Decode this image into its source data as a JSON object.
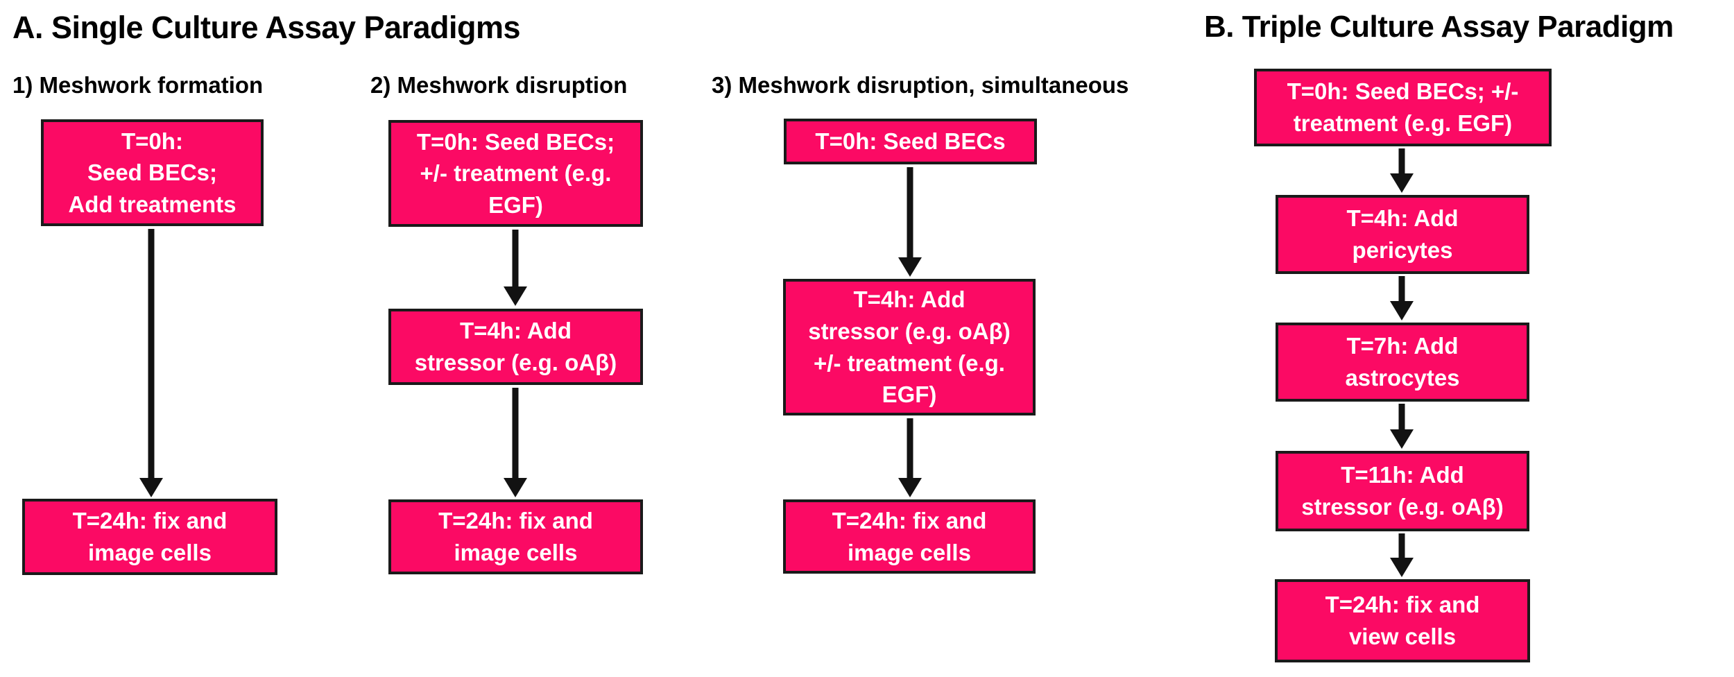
{
  "colors": {
    "background": "#FFFFFF",
    "box_fill": "#FB0A64",
    "box_border": "#1A1A1A",
    "box_text": "#FFFFFF",
    "arrow": "#121212",
    "heading_text": "#000000"
  },
  "section_a": {
    "title": "A. Single Culture Assay Paradigms",
    "paradigms": [
      {
        "label": "1) Meshwork formation",
        "steps": [
          "T=0h:\nSeed BECs;\nAdd treatments",
          "T=24h: fix and\nimage cells"
        ]
      },
      {
        "label": "2) Meshwork disruption",
        "steps": [
          "T=0h: Seed BECs;\n+/- treatment (e.g.\nEGF)",
          "T=4h: Add\nstressor (e.g. oAβ)",
          "T=24h: fix and\nimage cells"
        ]
      },
      {
        "label": "3) Meshwork disruption, simultaneous",
        "steps": [
          "T=0h: Seed BECs",
          "T=4h: Add\nstressor (e.g. oAβ)\n+/- treatment (e.g.\nEGF)",
          "T=24h: fix and\nimage cells"
        ]
      }
    ]
  },
  "section_b": {
    "title": "B. Triple Culture Assay Paradigm",
    "steps": [
      "T=0h: Seed BECs; +/-\ntreatment (e.g. EGF)",
      "T=4h: Add\npericytes",
      "T=7h: Add\nastrocytes",
      "T=11h: Add\nstressor (e.g. oAβ)",
      "T=24h: fix and\nview cells"
    ]
  }
}
